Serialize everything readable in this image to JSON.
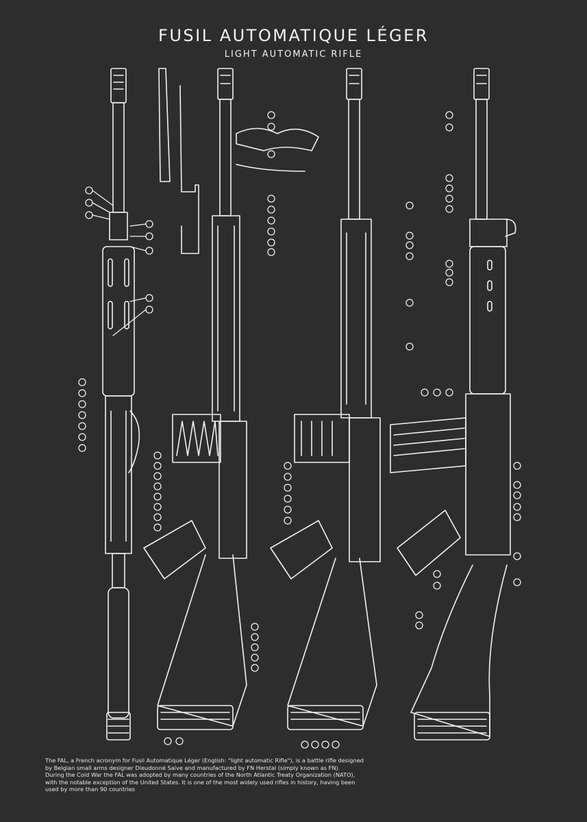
{
  "header": {
    "title": "FUSIL AUTOMATIQUE LÉGER",
    "subtitle": "LIGHT AUTOMATIC RIFLE"
  },
  "caption": {
    "paragraph_1": "The FAL, a French acronym for Fusil Automatique Léger (English: \"light automatic Rifle\"), is a battle rifle designed by Belgian small arms designer Dieudonné Saive and manufactured by FN Herstal (simply known as FN).",
    "paragraph_2": "During the Cold War the FAL was adopted by many countries of the North Atlantic Treaty Organization (NATO), with the notable exception of the United States. It is one of the most widely used rifles in history, having been used by more than 90 countries"
  },
  "colors": {
    "background": "#2d2d2d",
    "line": "#f2f2f2"
  }
}
